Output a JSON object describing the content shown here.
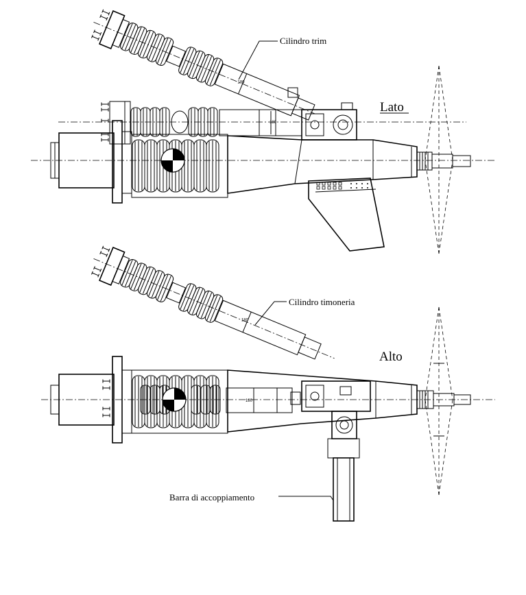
{
  "labels": {
    "trim_cylinder": "Cilindro trim",
    "side_view": "Lato",
    "steering_cylinder": "Cilindro timoneria",
    "top_view": "Alto",
    "coupling_bar": "Barra di accoppiamento"
  },
  "dimensions": {
    "trim_dim": "180",
    "drive_dim_side": "180",
    "steer_dim": "180",
    "drive_dim_top": "180"
  }
}
